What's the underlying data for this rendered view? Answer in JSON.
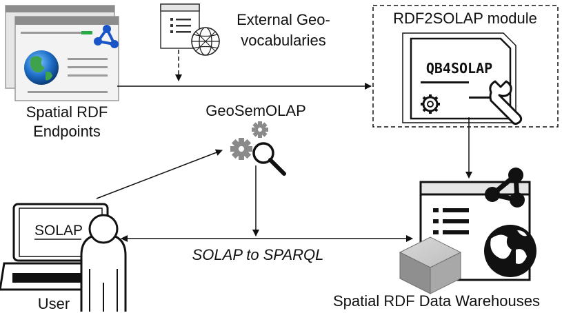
{
  "labels": {
    "endpoints_line1": "Spatial RDF",
    "endpoints_line2": "Endpoints",
    "geovocab_line1": "External Geo-",
    "geovocab_line2": "vocabularies",
    "module_title": "RDF2SOLAP module",
    "qb4solap": "QB4SOLAP",
    "geosemolap": "GeoSemOLAP",
    "solap_screen": "SOLAP",
    "sparql_arrow": "SOLAP to SPARQL",
    "user": "User",
    "warehouses": "Spatial RDF Data Warehouses"
  },
  "icons": [
    "rdf-endpoint-window-icon",
    "rdf-graph-icon",
    "globe-icon",
    "document-list-icon",
    "wireframe-globe-icon",
    "document-icon",
    "gear-icon",
    "wrench-icon",
    "gears-magnifier-icon",
    "laptop-icon",
    "user-icon",
    "cube-icon",
    "warehouse-window-icon"
  ]
}
